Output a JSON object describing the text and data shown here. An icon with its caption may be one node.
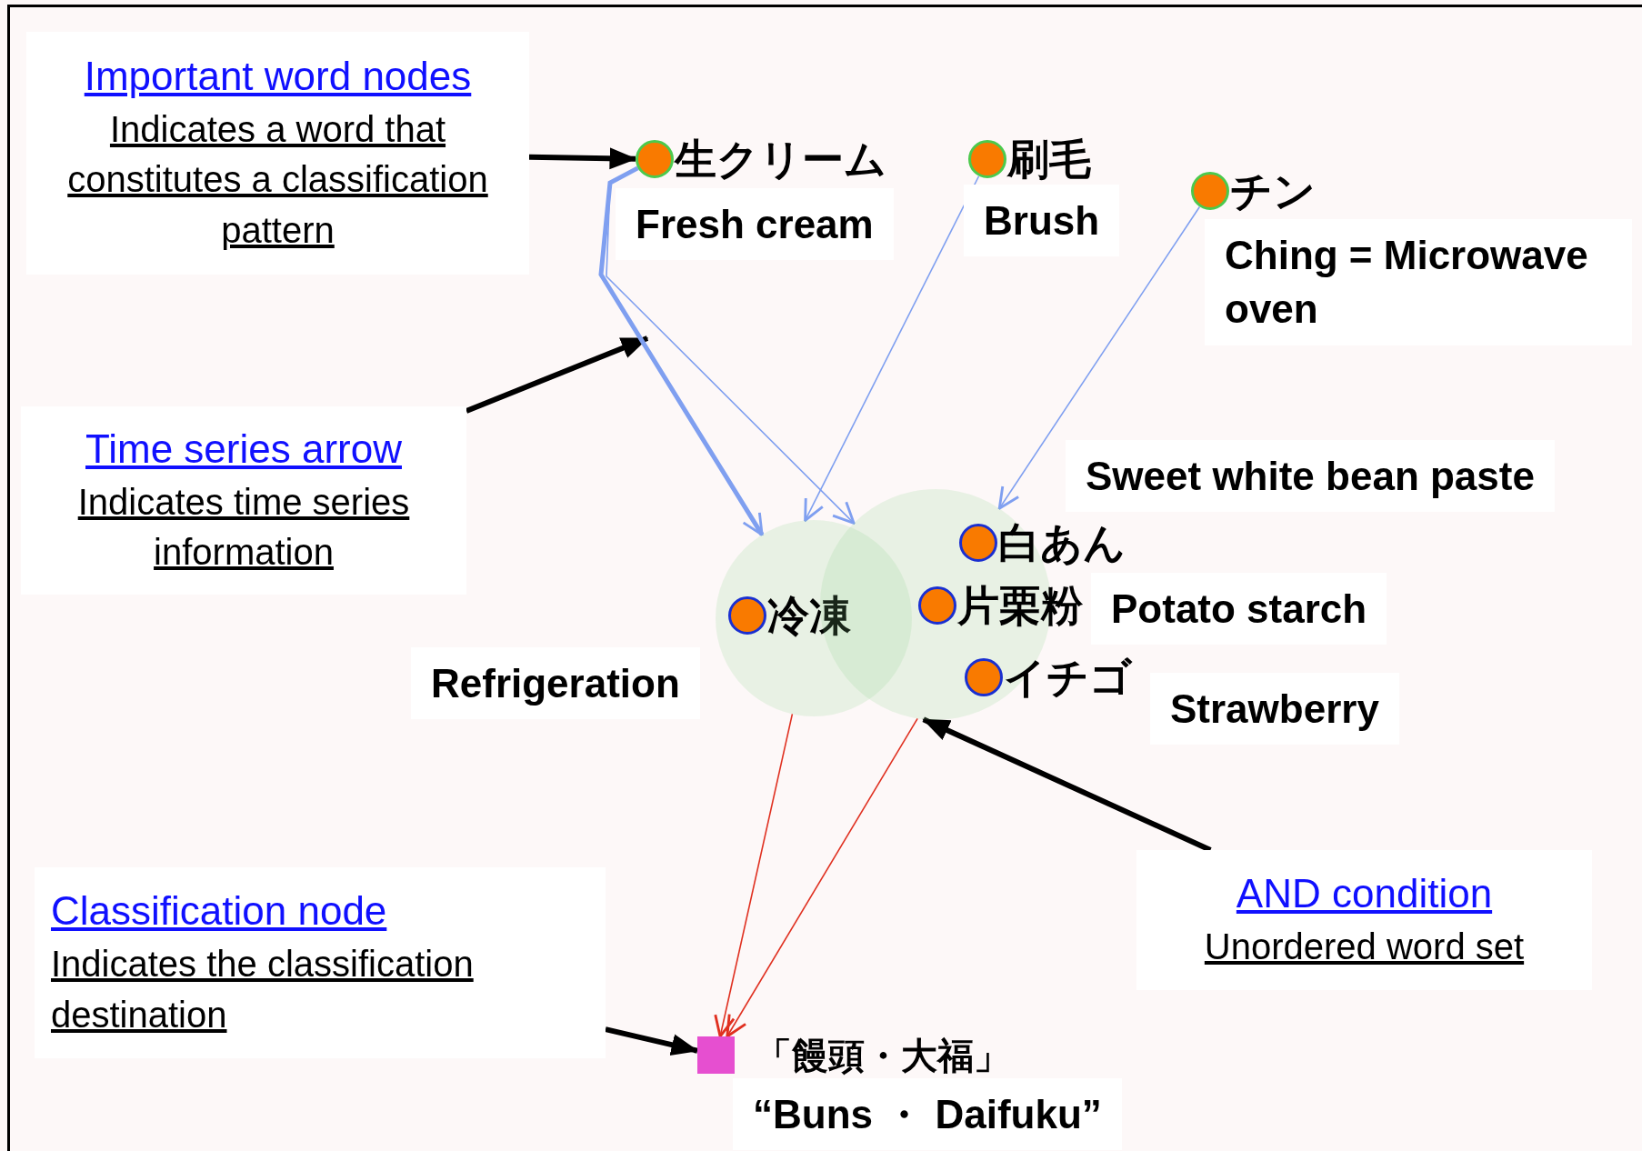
{
  "diagram": {
    "nodes": [
      {
        "text": [
          "Important word nodes",
          "Indicates a word that constitutes a classification pattern"
        ]
      },
      {
        "text": [
          "生クリーム"
        ]
      },
      {
        "text": [
          "刷毛"
        ]
      },
      {
        "text": [
          "チン"
        ]
      },
      {
        "text": [
          "Fresh cream"
        ]
      },
      {
        "text": [
          "Brush"
        ]
      },
      {
        "text": [
          "Ching = Microwave oven"
        ]
      },
      {
        "text": [
          "Time series arrow",
          "Indicates time series information"
        ]
      },
      {
        "text": [
          "Sweet white bean paste"
        ]
      },
      {
        "text": [],
        "shape": "circle"
      },
      {
        "text": [],
        "shape": "circle"
      },
      {
        "text": [
          "白あん"
        ],
        "in": 10
      },
      {
        "text": [
          "冷凍"
        ],
        "in": 9
      },
      {
        "text": [
          "片栗粉"
        ],
        "in": 10
      },
      {
        "text": [
          "Potato starch"
        ]
      },
      {
        "text": [
          "イチゴ"
        ],
        "in": 10
      },
      {
        "text": [
          "Refrigeration"
        ]
      },
      {
        "text": [
          "Strawberry"
        ]
      },
      {
        "text": [
          "AND condition",
          "Unordered word set"
        ]
      },
      {
        "text": [
          "Classification node",
          "Indicates the classification destination"
        ]
      },
      {
        "text": [
          "「饅頭・大福」"
        ]
      },
      {
        "text": [
          "“Buns ・ Daifuku”"
        ]
      }
    ],
    "edges": [
      {
        "from": 0,
        "to": 1,
        "arrow": "to",
        "style": "thick"
      },
      {
        "from": 7,
        "to": null,
        "arrow": "to",
        "style": "thick"
      },
      {
        "from": 1,
        "to": 9,
        "arrow": "to",
        "style": "thick",
        "color": "#7f9ff0"
      },
      {
        "from": 1,
        "to": 10,
        "arrow": "to",
        "color": "#7f9ff0"
      },
      {
        "from": 2,
        "to": 9,
        "arrow": "to",
        "color": "#7f9ff0"
      },
      {
        "from": 3,
        "to": 10,
        "arrow": "to",
        "color": "#7f9ff0"
      },
      {
        "from": 9,
        "to": 20,
        "arrow": "to",
        "color": "#e03020"
      },
      {
        "from": 10,
        "to": 20,
        "arrow": "to",
        "color": "#e03020"
      },
      {
        "from": 18,
        "to": 10,
        "arrow": "to",
        "style": "thick"
      },
      {
        "from": 19,
        "to": 20,
        "arrow": "to",
        "style": "thick"
      }
    ]
  }
}
